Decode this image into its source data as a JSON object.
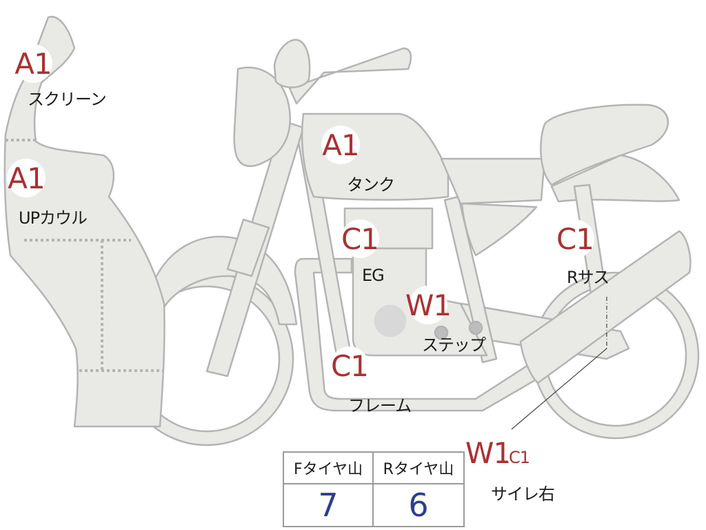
{
  "parts": {
    "screen": {
      "code": "A1",
      "label": "スクリーン"
    },
    "upper_cowl": {
      "code": "A1",
      "label": "UPカウル"
    },
    "tank": {
      "code": "A1",
      "label": "タンク"
    },
    "engine": {
      "code": "C1",
      "label": "EG"
    },
    "step": {
      "code": "W1",
      "label": "ステップ"
    },
    "frame": {
      "code": "C1",
      "label": "フレーム"
    },
    "rear_suspension": {
      "code": "C1",
      "label": "Rサス"
    },
    "muffler_right": {
      "code": "W1",
      "code2": "C1",
      "label": "サイレ右"
    }
  },
  "tread_table": {
    "front_header": "Fタイヤ山",
    "rear_header": "Rタイヤ山",
    "front_value": "7",
    "rear_value": "6"
  },
  "colors": {
    "part_fill": "#e9e9e6",
    "part_stroke": "#b4b4b4",
    "code_text": "#a83232",
    "value_text": "#2a3f8f"
  }
}
